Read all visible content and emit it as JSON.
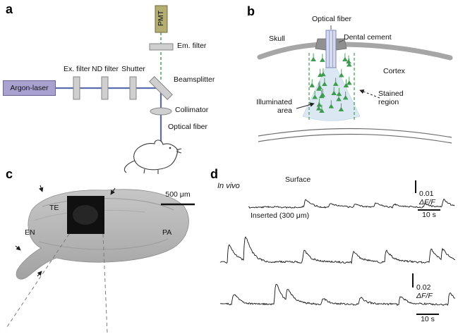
{
  "figure": {
    "panel_a": "a",
    "panel_b": "b",
    "panel_c": "c",
    "panel_d": "d"
  },
  "panel_a": {
    "pmt": "PMT",
    "em_filter": "Em. filter",
    "ex_filter": "Ex. filter",
    "nd_filter": "ND filter",
    "shutter": "Shutter",
    "beamsplitter": "Beamsplitter",
    "argon_laser": "Argon-laser",
    "collimator": "Collimator",
    "optical_fiber": "Optical fiber"
  },
  "panel_b": {
    "optical_fiber": "Optical fiber",
    "skull": "Skull",
    "dental_cement": "Dental cement",
    "cortex": "Cortex",
    "illuminated_area": "Illuminated\narea",
    "stained_region": "Stained\nregion"
  },
  "panel_c": {
    "scale_bar": "500 μm",
    "region_te": "TE",
    "region_en": "EN",
    "region_pa": "PA"
  },
  "panel_d": {
    "in_vivo": "In vivo",
    "surface": "Surface",
    "inserted": "Inserted (300 μm)",
    "scale_top_value": "0.01",
    "scale_top_unit": "ΔF/F",
    "time_top": "10 s",
    "scale_bottom_value": "0.02",
    "scale_bottom_unit": "ΔF/F",
    "time_bottom": "10 s"
  },
  "colors": {
    "beam": "#5c6bae",
    "green": "#3f9b4f",
    "laser": "#a9a2d0",
    "pmt": "#b3ae72",
    "cone": "#dbe8f4",
    "skull": "#a6a6a6"
  },
  "chart_data": {
    "type": "line",
    "title": "In vivo calcium fluorescence traces (ΔF/F vs time)",
    "condition_label": "In vivo",
    "traces": [
      {
        "name": "Surface",
        "spike_t_fraction": [
          0.27,
          0.39,
          0.51,
          0.61,
          0.7,
          0.85,
          0.94
        ],
        "spike_amp_rel": [
          1.0,
          0.55,
          0.5,
          0.55,
          0.45,
          0.5,
          0.95
        ],
        "amplitude_scale_dff": 0.01,
        "time_scale_s": 10
      },
      {
        "name": "Inserted (300 μm), trace 1",
        "spike_t_fraction": [
          0.03,
          0.1,
          0.35,
          0.56,
          0.7,
          0.89,
          0.94
        ],
        "spike_amp_rel": [
          0.75,
          1.0,
          0.5,
          0.45,
          0.5,
          0.55,
          0.45
        ],
        "time_scale_s": 10
      },
      {
        "name": "Inserted (300 μm), trace 2",
        "spike_t_fraction": [
          0.05,
          0.23,
          0.28,
          0.43,
          0.59,
          0.76,
          0.97
        ],
        "spike_amp_rel": [
          0.5,
          1.0,
          0.6,
          0.3,
          0.35,
          0.4,
          0.55
        ],
        "amplitude_scale_dff": 0.02,
        "time_scale_s": 10
      }
    ]
  }
}
